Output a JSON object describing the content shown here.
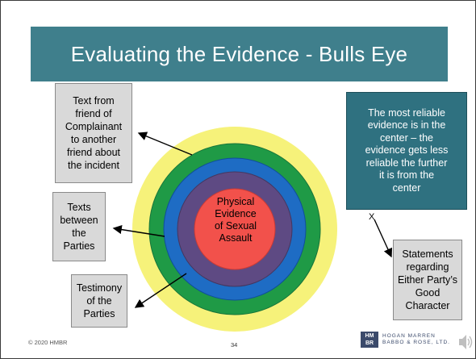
{
  "slide": {
    "title": "Evaluating the Evidence - Bulls Eye",
    "center_label_lines": [
      "Physical",
      "Evidence",
      "of Sexual",
      "Assault"
    ],
    "boxes": {
      "text_friend": [
        "Text from",
        "friend of",
        "Complainant",
        "to another",
        "friend about",
        "the incident"
      ],
      "texts_parties": [
        "Texts",
        "between",
        "the",
        "Parties"
      ],
      "testimony": [
        "Testimony",
        "of the",
        "Parties"
      ],
      "statements": [
        "Statements",
        "regarding",
        "Either Party’s",
        "Good",
        "Character"
      ]
    },
    "info_box_lines": [
      "The most reliable",
      "evidence is in the",
      "center – the",
      "evidence gets less",
      "reliable the further",
      "it is from the",
      "center"
    ],
    "x_mark": "X",
    "footer": {
      "copyright": "© 2020 HMBR",
      "page_number": "34",
      "logo_mark_top": "HM",
      "logo_mark_bottom": "BR",
      "logo_line1": "HOGAN MARREN",
      "logo_line2": "BABBO & ROSE, LTD."
    },
    "icons": [
      "speaker-icon"
    ],
    "colors": {
      "title_bar": "#3f7f8c",
      "info_box": "#2f7180",
      "ring_yellow": "#f6f27a",
      "ring_green": "#1f9a46",
      "ring_blue": "#1e6cc4",
      "ring_purple": "#5e4a83",
      "center_red": "#f2514b",
      "box_gray": "#d9d9d9"
    }
  }
}
